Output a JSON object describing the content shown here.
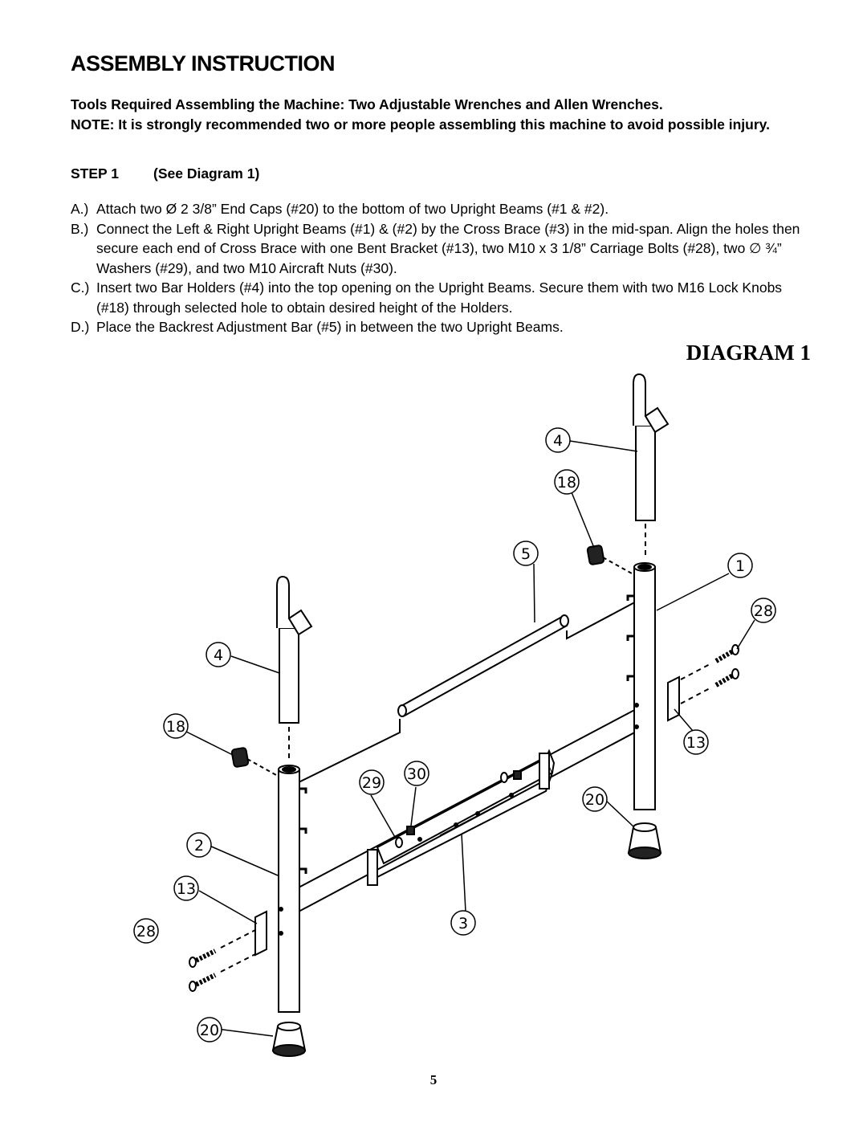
{
  "heading": "ASSEMBLY INSTRUCTION",
  "tools_line": "Tools Required Assembling the Machine:  Two Adjustable Wrenches and Allen Wrenches.",
  "note_line": "NOTE:  It is strongly recommended two or more people assembling this machine to avoid possible injury.",
  "step": {
    "label": "STEP 1",
    "ref": "(See Diagram 1)"
  },
  "instructions": [
    {
      "key": "A.)",
      "text": "Attach two Ø 2 3/8” End Caps (#20) to the bottom of two Upright Beams (#1 & #2)."
    },
    {
      "key": "B.)",
      "text": "Connect the Left & Right Upright Beams (#1) & (#2) by the Cross Brace (#3) in the mid-span. Align the holes then secure each end of Cross Brace with one Bent Bracket (#13), two M10 x 3 1/8” Carriage Bolts (#28), two ∅ ¾” Washers (#29), and two M10 Aircraft Nuts (#30)."
    },
    {
      "key": "C.)",
      "text": "Insert two Bar Holders (#4) into the top opening on the Upright Beams.  Secure them with two M16 Lock Knobs (#18) through selected hole to obtain desired height of the Holders."
    },
    {
      "key": "D.)",
      "text": "Place the Backrest Adjustment Bar (#5) in between the two Upright Beams."
    }
  ],
  "diagram_title": "DIAGRAM 1",
  "callouts": {
    "left_holder": "4",
    "right_holder": "4",
    "left_knob": "18",
    "right_knob": "18",
    "adj_bar": "5",
    "right_beam": "1",
    "left_beam": "2",
    "cross_brace": "3",
    "left_bracket": "13",
    "right_bracket": "13",
    "left_bolts": "28",
    "right_bolts": "28",
    "washers": "29",
    "nuts": "30",
    "left_cap": "20",
    "right_cap": "20"
  },
  "page_number": "5"
}
